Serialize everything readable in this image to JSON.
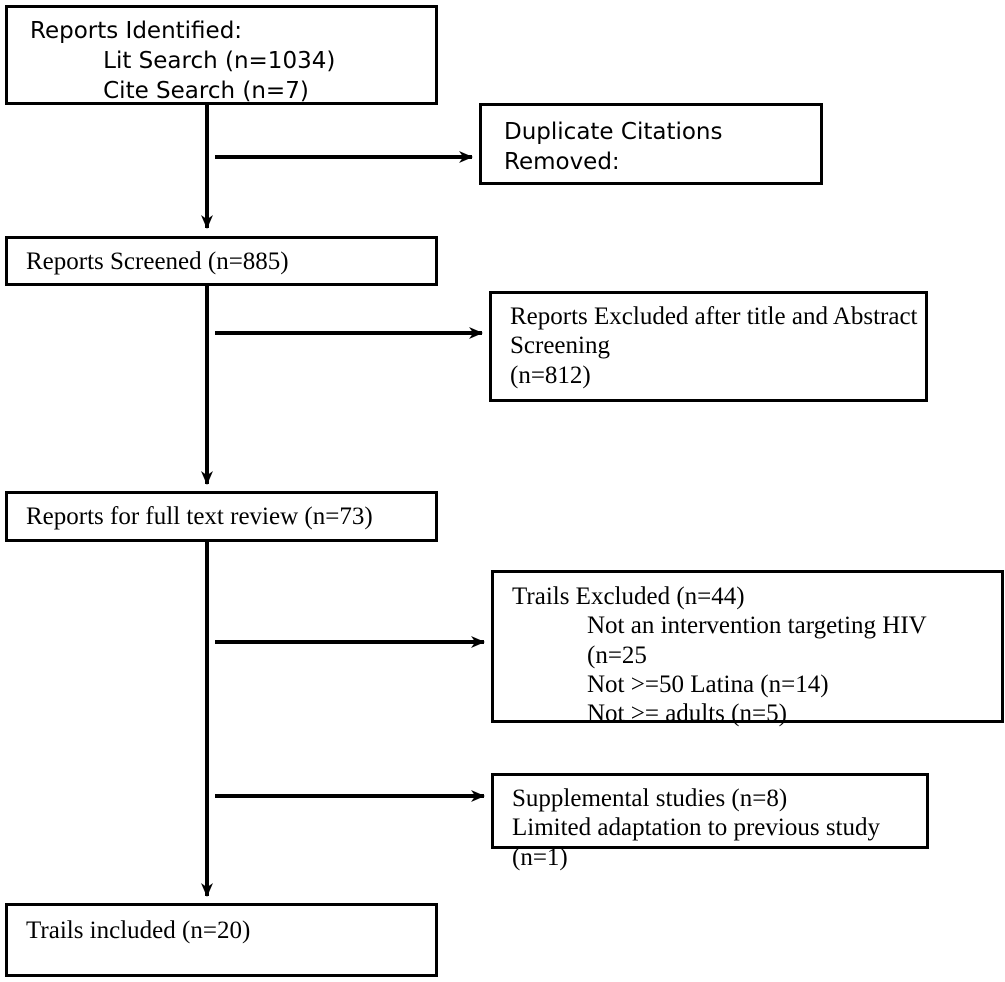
{
  "diagram": {
    "type": "prisma-flow-diagram",
    "background_color": "#ffffff",
    "line_color": "#000000",
    "text_color": "#000000"
  },
  "nodes": {
    "identified": {
      "name": "reports-identified",
      "text": "Reports Identified:\n          Lit Search (n=1034)\n          Cite Search (n=7)",
      "lines": [
        "Reports Identified:",
        "Lit Search (n=1034)",
        "Cite Search (n=7)"
      ],
      "counts": {
        "lit_search": 1034,
        "cite_search": 7
      }
    },
    "duplicates": {
      "name": "duplicate-citations-removed",
      "text": "Duplicate Citations\nRemoved:",
      "lines": [
        "Duplicate Citations",
        "Removed:"
      ],
      "counts": {}
    },
    "screened": {
      "name": "reports-screened",
      "text": "Reports Screened (n=885)",
      "lines": [
        "Reports Screened (n=885)"
      ],
      "counts": {
        "screened": 885
      }
    },
    "excluded_title_abstract": {
      "name": "reports-excluded-title-abstract",
      "text": "Reports Excluded after title and Abstract\nScreening\n(n=812)",
      "lines": [
        "Reports Excluded after title and Abstract",
        "Screening",
        "(n=812)"
      ],
      "counts": {
        "excluded": 812
      }
    },
    "full_text": {
      "name": "reports-full-text-review",
      "text": "Reports for full text review (n=73)",
      "lines": [
        "Reports for full text review (n=73)"
      ],
      "counts": {
        "full_text_review": 73
      }
    },
    "trails_excluded": {
      "name": "trails-excluded",
      "text": "Trails Excluded (n=44)\n            Not an intervention targeting HIV\n            (n=25\n            Not >=50 Latina (n=14)\n            Not >= adults (n=5)",
      "lines": [
        "Trails Excluded (n=44)",
        "Not an intervention targeting HIV",
        "(n=25",
        "Not >=50 Latina (n=14)",
        "Not >= adults (n=5)"
      ],
      "counts": {
        "total_excluded": 44,
        "not_intervention_targeting_hiv": 25,
        "not_50_percent_latina": 14,
        "not_adults": 5
      }
    },
    "supplemental": {
      "name": "supplemental-studies",
      "text": "Supplemental studies (n=8)\nLimited adaptation to previous study (n=1)",
      "lines": [
        "Supplemental studies (n=8)",
        "Limited adaptation to previous study (n=1)"
      ],
      "counts": {
        "supplemental_studies": 8,
        "limited_adaptation": 1
      }
    },
    "included": {
      "name": "trails-included",
      "text": "Trails included (n=20)",
      "lines": [
        "Trails included (n=20)"
      ],
      "counts": {
        "included": 20
      }
    }
  }
}
